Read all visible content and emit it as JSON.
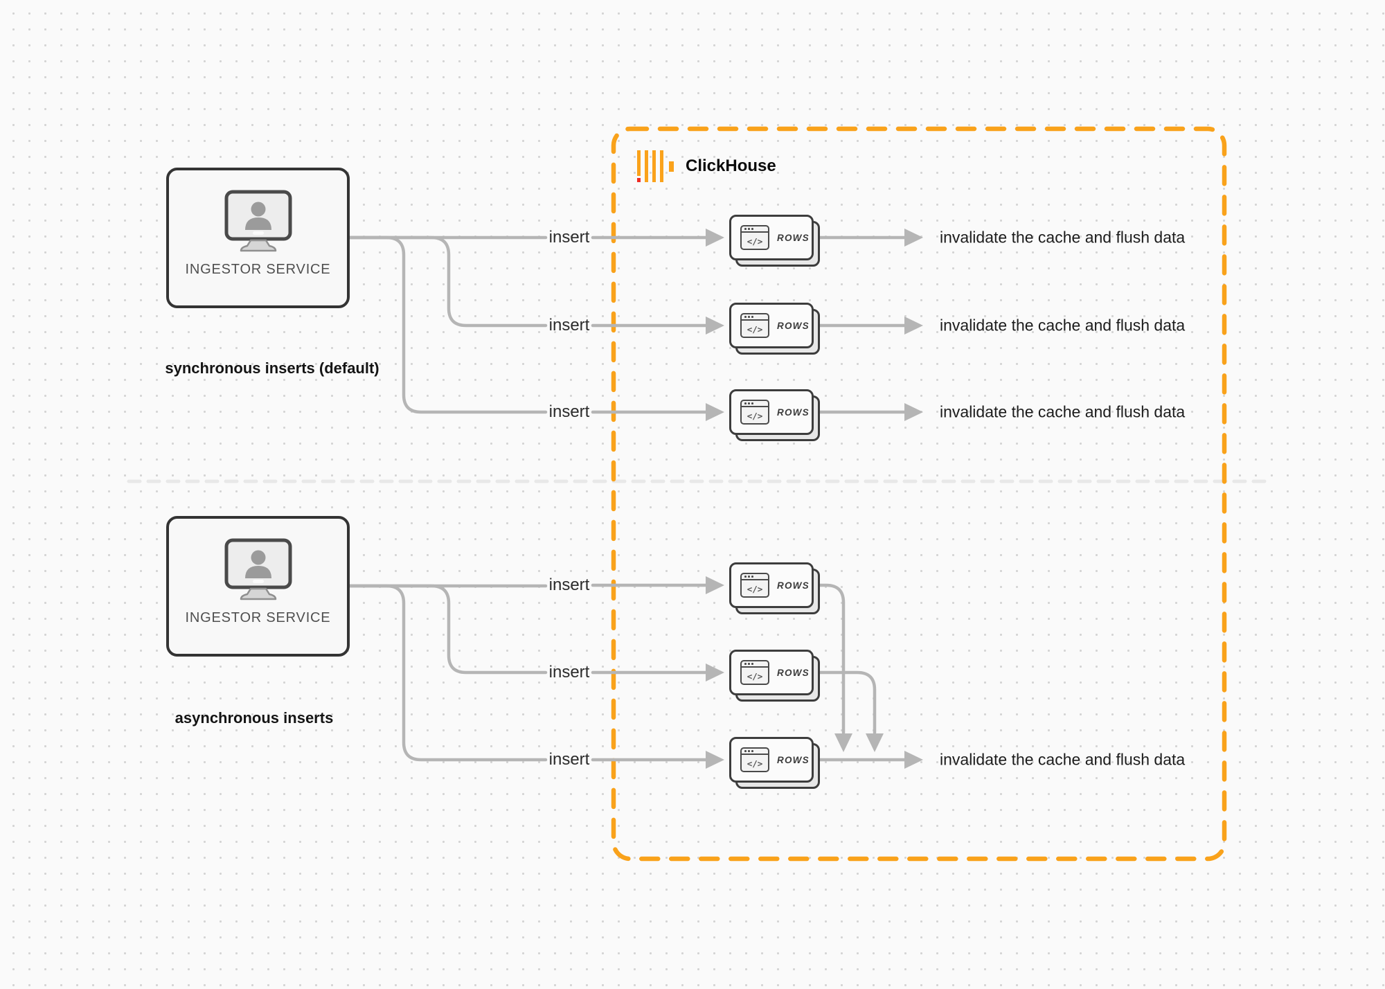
{
  "brand": {
    "name": "ClickHouse",
    "bar_color": "#FAA21B",
    "accent_red": "#EF2B24"
  },
  "sync": {
    "title": "synchronous inserts (default)",
    "service_label": "INGESTOR SERVICE",
    "rows": [
      {
        "insert": "insert",
        "card_label": "ROWS",
        "result": "invalidate the cache and flush data"
      },
      {
        "insert": "insert",
        "card_label": "ROWS",
        "result": "invalidate the cache and flush data"
      },
      {
        "insert": "insert",
        "card_label": "ROWS",
        "result": "invalidate the cache and flush data"
      }
    ]
  },
  "async": {
    "title": "asynchronous inserts",
    "service_label": "INGESTOR SERVICE",
    "rows": [
      {
        "insert": "insert",
        "card_label": "ROWS"
      },
      {
        "insert": "insert",
        "card_label": "ROWS"
      },
      {
        "insert": "insert",
        "card_label": "ROWS",
        "result": "invalidate the cache and flush data"
      }
    ]
  },
  "card": {
    "icon_glyph": "</>"
  },
  "colors": {
    "accent_orange": "#F9A21B",
    "line_gray": "#b5b5b5",
    "border_dark": "#3d3d3d",
    "divider_gray": "#e8e8e8",
    "background": "#fafafa"
  }
}
